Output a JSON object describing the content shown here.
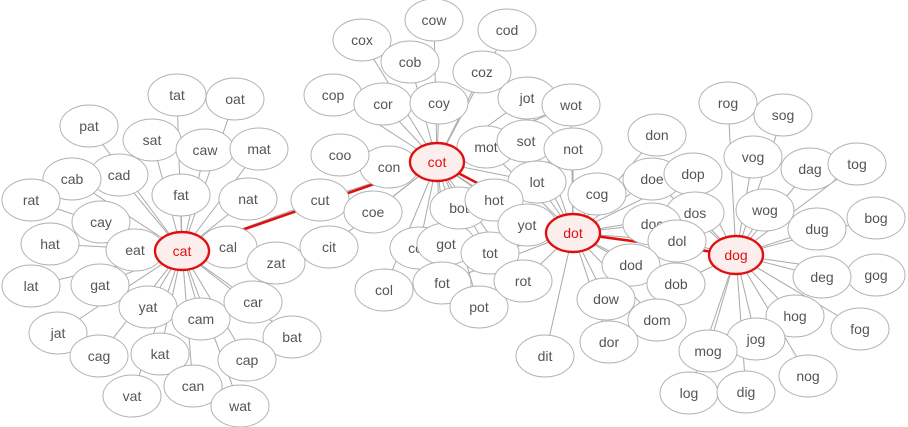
{
  "colors": {
    "path": "#e01010",
    "node_stroke": "#b3b3b3",
    "edge": "#a9a9a9",
    "text": "#555555"
  },
  "path_words": [
    "cat",
    "cot",
    "dot",
    "dog"
  ],
  "hubs": {
    "cat": [
      "tat",
      "oat",
      "pat",
      "sat",
      "caw",
      "mat",
      "cad",
      "cab",
      "rat",
      "fat",
      "nat",
      "cay",
      "hat",
      "eat",
      "cal",
      "zat",
      "lat",
      "gat",
      "yat",
      "cam",
      "car",
      "jat",
      "bat",
      "cag",
      "kat",
      "cap",
      "vat",
      "can",
      "wat",
      "cut"
    ],
    "cot": [
      "cow",
      "cod",
      "cox",
      "cob",
      "coz",
      "cop",
      "cor",
      "coy",
      "coo",
      "con",
      "cut",
      "coe",
      "cit",
      "col",
      "cos",
      "got",
      "fot",
      "pot",
      "mot",
      "sot",
      "bot",
      "hot",
      "tot",
      "jot",
      "wot",
      "not",
      "lot",
      "yot",
      "rot"
    ],
    "dot": [
      "jot",
      "wot",
      "not",
      "don",
      "lot",
      "cog",
      "doe",
      "dop",
      "dos",
      "doc",
      "dol",
      "yot",
      "rot",
      "dod",
      "dob",
      "dow",
      "dom",
      "dor",
      "dit",
      "mot",
      "sot",
      "hot",
      "bot",
      "tot",
      "fot"
    ],
    "dog": [
      "rog",
      "sog",
      "vog",
      "dag",
      "tog",
      "wog",
      "bog",
      "dug",
      "gog",
      "deg",
      "hog",
      "fog",
      "jog",
      "mog",
      "nog",
      "log",
      "dig",
      "dol",
      "dob",
      "dop",
      "doe",
      "dos"
    ]
  },
  "nodes": [
    {
      "id": "cat",
      "label": "cat"
    },
    {
      "id": "cot",
      "label": "cot"
    },
    {
      "id": "dot",
      "label": "dot"
    },
    {
      "id": "dog",
      "label": "dog"
    },
    {
      "id": "tat",
      "label": "tat"
    },
    {
      "id": "oat",
      "label": "oat"
    },
    {
      "id": "pat",
      "label": "pat"
    },
    {
      "id": "sat",
      "label": "sat"
    },
    {
      "id": "caw",
      "label": "caw"
    },
    {
      "id": "mat",
      "label": "mat"
    },
    {
      "id": "cad",
      "label": "cad"
    },
    {
      "id": "cab",
      "label": "cab"
    },
    {
      "id": "rat",
      "label": "rat"
    },
    {
      "id": "fat",
      "label": "fat"
    },
    {
      "id": "nat",
      "label": "nat"
    },
    {
      "id": "cay",
      "label": "cay"
    },
    {
      "id": "hat",
      "label": "hat"
    },
    {
      "id": "eat",
      "label": "eat"
    },
    {
      "id": "cal",
      "label": "cal"
    },
    {
      "id": "zat",
      "label": "zat"
    },
    {
      "id": "lat",
      "label": "lat"
    },
    {
      "id": "gat",
      "label": "gat"
    },
    {
      "id": "yat",
      "label": "yat"
    },
    {
      "id": "cam",
      "label": "cam"
    },
    {
      "id": "car",
      "label": "car"
    },
    {
      "id": "jat",
      "label": "jat"
    },
    {
      "id": "bat",
      "label": "bat"
    },
    {
      "id": "cag",
      "label": "cag"
    },
    {
      "id": "kat",
      "label": "kat"
    },
    {
      "id": "cap",
      "label": "cap"
    },
    {
      "id": "vat",
      "label": "vat"
    },
    {
      "id": "can",
      "label": "can"
    },
    {
      "id": "wat",
      "label": "wat"
    },
    {
      "id": "cut",
      "label": "cut"
    },
    {
      "id": "cit",
      "label": "cit"
    },
    {
      "id": "coe",
      "label": "coe"
    },
    {
      "id": "col",
      "label": "col"
    },
    {
      "id": "cos",
      "label": "cos"
    },
    {
      "id": "got",
      "label": "got"
    },
    {
      "id": "fot",
      "label": "fot"
    },
    {
      "id": "pot",
      "label": "pot"
    },
    {
      "id": "con",
      "label": "con"
    },
    {
      "id": "coo",
      "label": "coo"
    },
    {
      "id": "cop",
      "label": "cop"
    },
    {
      "id": "cor",
      "label": "cor"
    },
    {
      "id": "coy",
      "label": "coy"
    },
    {
      "id": "cox",
      "label": "cox"
    },
    {
      "id": "cob",
      "label": "cob"
    },
    {
      "id": "cow",
      "label": "cow"
    },
    {
      "id": "cod",
      "label": "cod"
    },
    {
      "id": "coz",
      "label": "coz"
    },
    {
      "id": "mot",
      "label": "mot"
    },
    {
      "id": "sot",
      "label": "sot"
    },
    {
      "id": "jot",
      "label": "jot"
    },
    {
      "id": "wot",
      "label": "wot"
    },
    {
      "id": "not",
      "label": "not"
    },
    {
      "id": "lot",
      "label": "lot"
    },
    {
      "id": "bot",
      "label": "bot"
    },
    {
      "id": "hot",
      "label": "hot"
    },
    {
      "id": "tot",
      "label": "tot"
    },
    {
      "id": "yot",
      "label": "yot"
    },
    {
      "id": "rot",
      "label": "rot"
    },
    {
      "id": "dit",
      "label": "dit"
    },
    {
      "id": "cog",
      "label": "cog"
    },
    {
      "id": "don",
      "label": "don"
    },
    {
      "id": "doe",
      "label": "doe"
    },
    {
      "id": "dop",
      "label": "dop"
    },
    {
      "id": "dos",
      "label": "dos"
    },
    {
      "id": "doc",
      "label": "doc"
    },
    {
      "id": "dol",
      "label": "dol"
    },
    {
      "id": "dod",
      "label": "dod"
    },
    {
      "id": "dob",
      "label": "dob"
    },
    {
      "id": "dow",
      "label": "dow"
    },
    {
      "id": "dom",
      "label": "dom"
    },
    {
      "id": "dor",
      "label": "dor"
    },
    {
      "id": "rog",
      "label": "rog"
    },
    {
      "id": "sog",
      "label": "sog"
    },
    {
      "id": "vog",
      "label": "vog"
    },
    {
      "id": "dag",
      "label": "dag"
    },
    {
      "id": "tog",
      "label": "tog"
    },
    {
      "id": "wog",
      "label": "wog"
    },
    {
      "id": "bog",
      "label": "bog"
    },
    {
      "id": "dug",
      "label": "dug"
    },
    {
      "id": "gog",
      "label": "gog"
    },
    {
      "id": "deg",
      "label": "deg"
    },
    {
      "id": "hog",
      "label": "hog"
    },
    {
      "id": "fog",
      "label": "fog"
    },
    {
      "id": "jog",
      "label": "jog"
    },
    {
      "id": "mog",
      "label": "mog"
    },
    {
      "id": "nog",
      "label": "nog"
    },
    {
      "id": "log",
      "label": "log"
    },
    {
      "id": "dig",
      "label": "dig"
    }
  ]
}
